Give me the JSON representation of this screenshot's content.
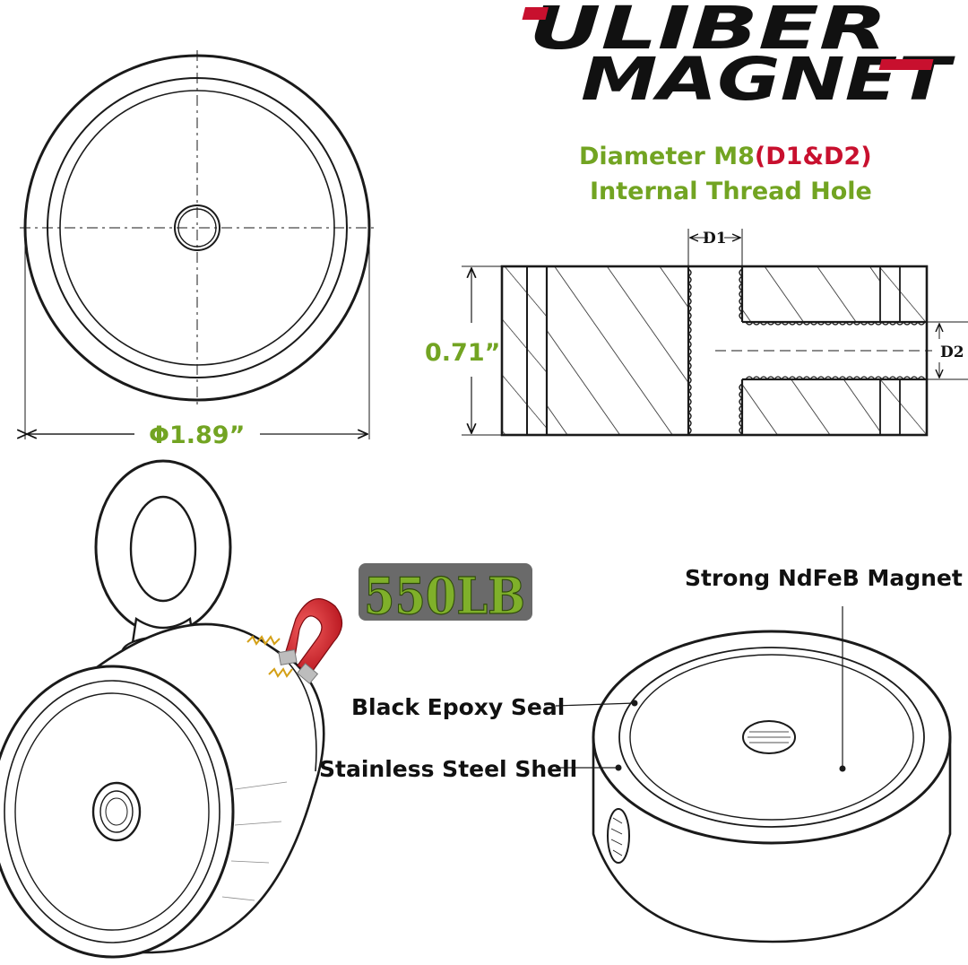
{
  "brand": {
    "line1": "ULIBER",
    "line2": "MAGNET",
    "accent_color": "#c8102e",
    "text_color": "#111111"
  },
  "header": {
    "spec_prefix": "Diameter M8",
    "spec_accent": "(D1&D2)",
    "spec_line2": "Internal Thread Hole",
    "green_color": "#72a422"
  },
  "dimensions": {
    "diameter": "Φ1.89”",
    "height": "0.71”",
    "d1": "D1",
    "d2": "D2"
  },
  "badge": {
    "strength": "550LB"
  },
  "callouts": {
    "magnet": "Strong NdFeB Magnet",
    "epoxy": "Black Epoxy Seal",
    "shell": "Stainless Steel Shell"
  },
  "icons": [
    "horseshoe-magnet-icon"
  ]
}
